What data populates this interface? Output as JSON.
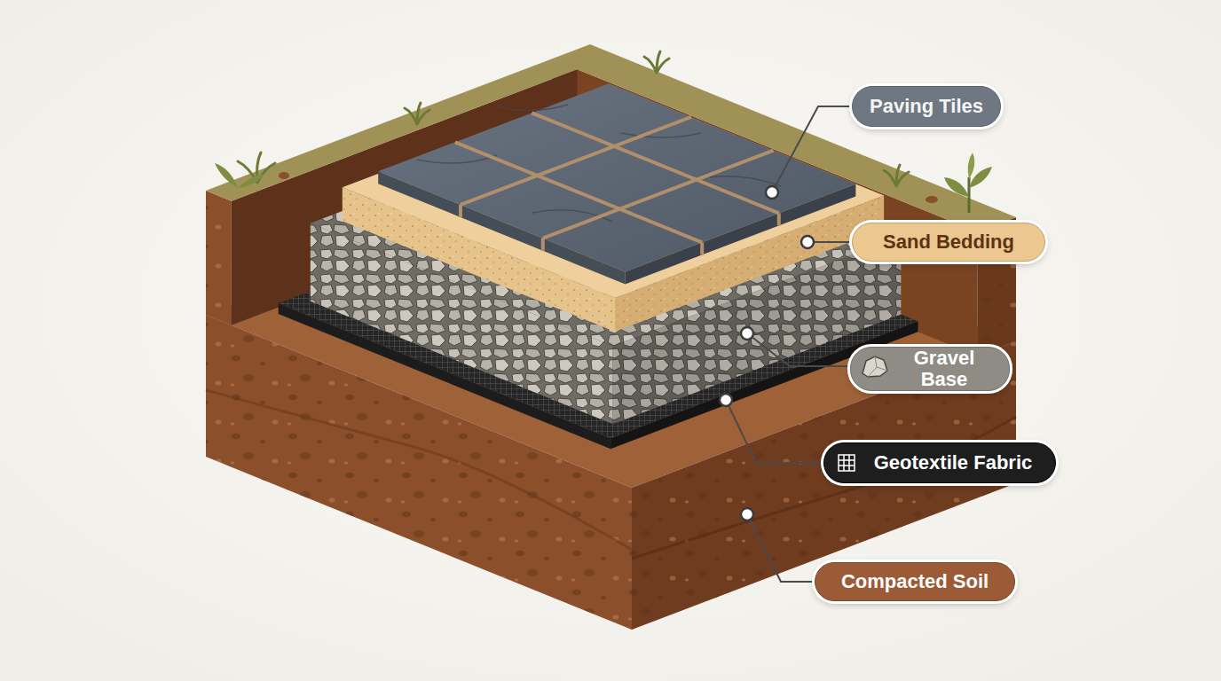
{
  "diagram": {
    "nodes": [
      {
        "text": [
          "Paving Tiles"
        ]
      },
      {
        "text": [
          "Sand Bedding"
        ]
      },
      {
        "text": [
          "Gravel Base"
        ]
      },
      {
        "text": [
          "Geotextile Fabric"
        ]
      },
      {
        "text": [
          "Compacted Soil"
        ]
      }
    ]
  }
}
